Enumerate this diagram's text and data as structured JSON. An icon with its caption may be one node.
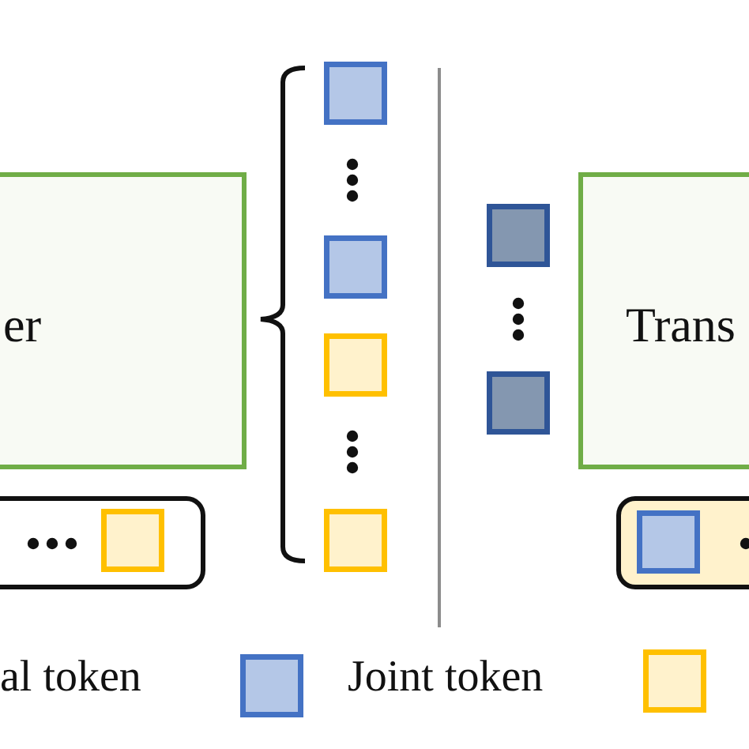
{
  "diagram": {
    "nodes": [
      {
        "text": [
          "er"
        ]
      },
      {
        "text": [
          "Trans"
        ]
      }
    ],
    "labels": [
      "al token"
    ],
    "legend": [
      {
        "text": "Joint token",
        "color": "#b4c7e7"
      }
    ]
  }
}
